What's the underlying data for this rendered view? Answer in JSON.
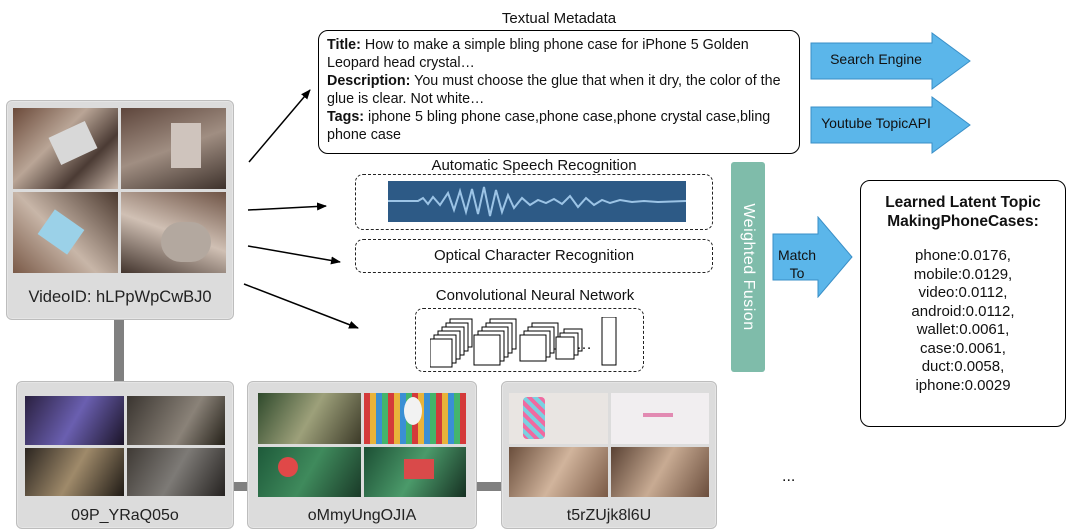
{
  "main_video": {
    "label": "VideoID: hLPpWpCwBJ0"
  },
  "related_videos": [
    {
      "label": "09P_YRaQ05o"
    },
    {
      "label": "oMmyUngOJIA"
    },
    {
      "label": "t5rZUjk8l6U"
    }
  ],
  "ellipsis": "...",
  "textual_metadata": {
    "title": "Textual Metadata",
    "title_label": "Title:",
    "title_text": " How to make a simple bling phone case for iPhone 5 Golden Leopard head crystal…",
    "description_label": "Description:",
    "description_text": " You must choose the glue that when it dry, the color of the glue is clear. Not white…",
    "tags_label": "Tags:",
    "tags_text": " iphone 5 bling phone case,phone case,phone crystal case,bling phone case"
  },
  "asr": {
    "title": "Automatic Speech Recognition"
  },
  "ocr": {
    "title": "Optical Character Recognition"
  },
  "cnn": {
    "title": "Convolutional Neural Network",
    "dots": "…"
  },
  "external": {
    "search_engine": "Search Engine",
    "topic_api": "Youtube TopicAPI"
  },
  "fusion": {
    "label": "Weighted Fusion"
  },
  "match": {
    "line1": "Match",
    "line2": "To"
  },
  "topic": {
    "heading_line1": "Learned Latent Topic",
    "heading_line2": "MakingPhoneCases:",
    "items": [
      "phone:0.0176,",
      "mobile:0.0129,",
      "video:0.0112,",
      "android:0.0112,",
      "wallet:0.0061,",
      "case:0.0061,",
      "duct:0.0058,",
      "iphone:0.0029"
    ]
  },
  "colors": {
    "arrow_blue": "#5bb6ea",
    "fusion_green": "#7fbcaa",
    "waveform": "#5f8fb8"
  }
}
